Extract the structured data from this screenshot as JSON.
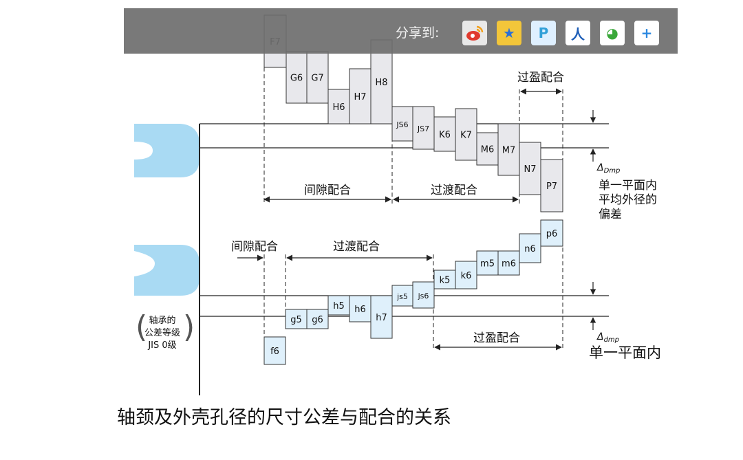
{
  "share": {
    "label": "分享到:",
    "icons": [
      {
        "name": "weibo-icon",
        "glyph": "",
        "color": "#ffffff"
      },
      {
        "name": "qzone-icon",
        "glyph": "★",
        "color": "#2a6fd8"
      },
      {
        "name": "tencent-weibo-icon",
        "glyph": "P",
        "color": "#32a0d8"
      },
      {
        "name": "renren-icon",
        "glyph": "人",
        "color": "#1f5fb8"
      },
      {
        "name": "wechat-icon",
        "glyph": "◕",
        "color": "#3aa83a"
      },
      {
        "name": "more-share-icon",
        "glyph": "+",
        "color": "#2b88e0"
      }
    ]
  },
  "diagram": {
    "upper_zones": {
      "clearance": "间隙配合",
      "transition": "过渡配合",
      "interference": "过盈配合"
    },
    "lower_zones": {
      "clearance": "间隙配合",
      "transition": "过渡配合",
      "interference": "过盈配合"
    },
    "bearing_note": [
      "轴承的",
      "公差等级",
      "JIS 0级"
    ],
    "housing_delta_symbol": "Δ",
    "housing_delta_sub": "Dmp",
    "housing_note": [
      "单一平面内",
      "平均外径的",
      "偏差"
    ],
    "shaft_delta_symbol": "Δ",
    "shaft_delta_sub": "dmp",
    "colors": {
      "housing_fill": "#e8e8ec",
      "shaft_fill": "#dff0fb",
      "bearing_fill": "#a9daf3"
    },
    "housing_tolerances": [
      "F7",
      "G6",
      "G7",
      "H6",
      "H7",
      "H8",
      "JS6",
      "JS7",
      "K6",
      "K7",
      "M6",
      "M7",
      "N7",
      "P7"
    ],
    "shaft_tolerances": [
      "f6",
      "g5",
      "g6",
      "h5",
      "h6",
      "h7",
      "js5",
      "js6",
      "k5",
      "k6",
      "m5",
      "m6",
      "n6",
      "p6"
    ]
  },
  "side_note": "单一平面内",
  "caption": "轴颈及外壳孔径的尺寸公差与配合的关系"
}
